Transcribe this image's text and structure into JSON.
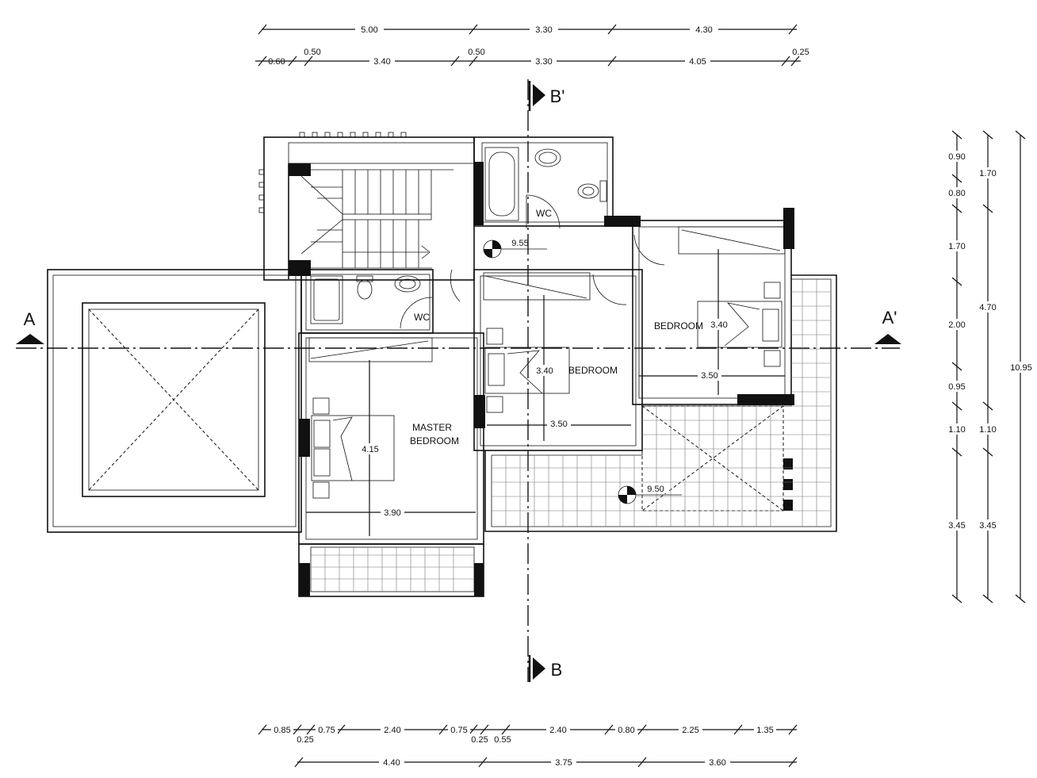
{
  "plan": {
    "section_a": "A",
    "section_a_prime": "A'",
    "section_b": "B",
    "section_b_prime": "B'",
    "rooms": {
      "master_bedroom_line1": "MASTER",
      "master_bedroom_line2": "BEDROOM",
      "bedroom_center": "BEDROOM",
      "bedroom_right": "BEDROOM",
      "wc_upper": "WC",
      "wc_lower": "WC"
    },
    "levels": {
      "level_upper": "9.55",
      "level_terrace": "9.50"
    },
    "room_dims": {
      "master_depth": "4.15",
      "master_width": "3.90",
      "center_depth": "3.40",
      "center_width": "3.50",
      "right_depth": "3.40",
      "right_width": "3.50"
    }
  },
  "dims": {
    "top_row1": [
      "5.00",
      "3.30",
      "4.30"
    ],
    "top_row2": [
      "0.60",
      "0.50",
      "3.40",
      "0.50",
      "3.30",
      "4.05",
      "0.25"
    ],
    "bottom_row1": [
      "0.85",
      "0.25",
      "0.75",
      "2.40",
      "0.75",
      "0.25",
      "0.55",
      "2.40",
      "0.80",
      "2.25",
      "1.35"
    ],
    "bottom_row2": [
      "4.40",
      "3.75",
      "3.60"
    ],
    "right_col1": [
      "0.90",
      "0.80",
      "1.70",
      "2.00",
      "0.95",
      "1.10",
      "3.45"
    ],
    "right_col2": [
      "1.70",
      "4.70",
      "1.10",
      "3.45"
    ],
    "right_total": "10.95"
  }
}
